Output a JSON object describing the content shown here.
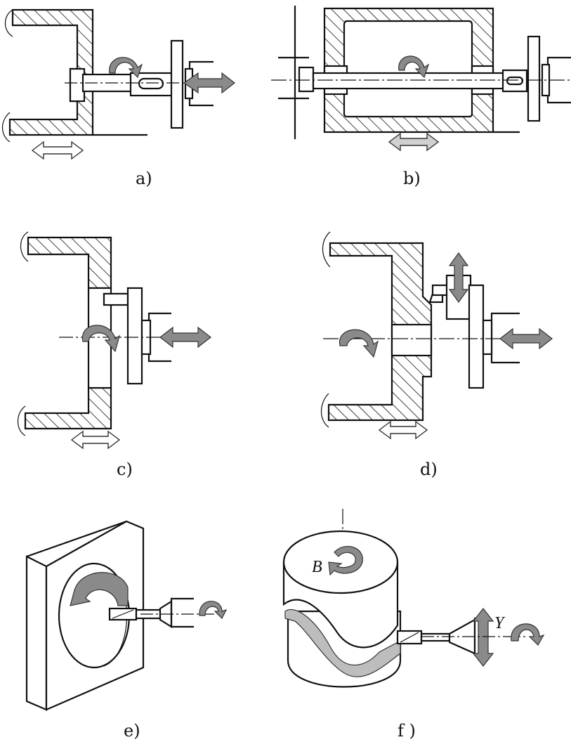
{
  "panels": [
    {
      "id": "a",
      "caption": "a)"
    },
    {
      "id": "b",
      "caption": "b)"
    },
    {
      "id": "c",
      "caption": "c)"
    },
    {
      "id": "d",
      "caption": "d)"
    },
    {
      "id": "e",
      "caption": "e)"
    },
    {
      "id": "f",
      "caption": "f )"
    }
  ],
  "annotations": {
    "rotation_label": "B",
    "axis_label": "Y"
  },
  "colors": {
    "line": "#111111",
    "arrow_fill": "#8a8a8a",
    "background": "#ffffff"
  }
}
